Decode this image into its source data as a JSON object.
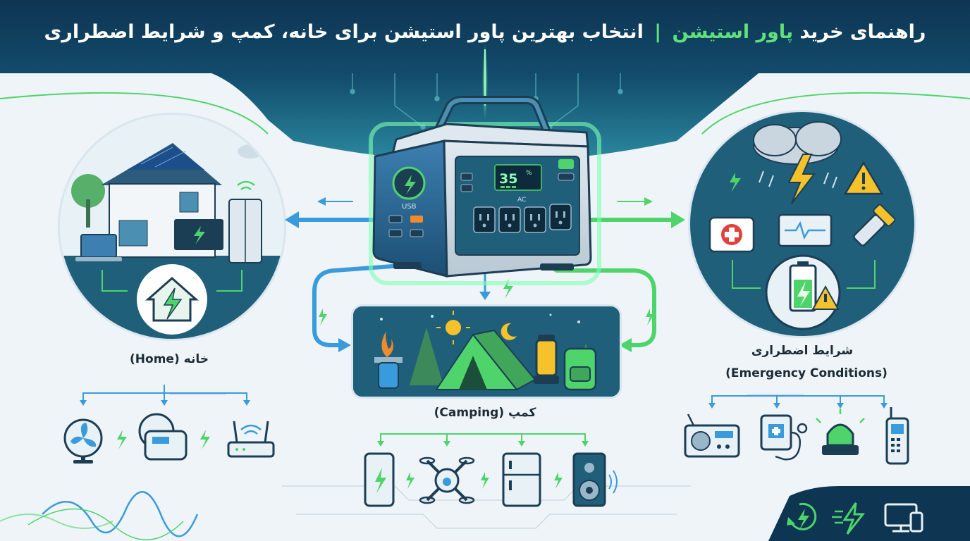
{
  "header": {
    "title_part1": "راهنمای خرید",
    "title_highlight": "پاور استیشن",
    "title_separator": "|",
    "title_part2": "انتخاب بهترین پاور استیشن برای خانه، کمپ و شرایط اضطراری"
  },
  "device": {
    "display_value": "35",
    "display_unit": "%",
    "usb_label": "USB",
    "ac_label": "AC"
  },
  "sections": {
    "home": {
      "label": "(Home) خانه"
    },
    "camping": {
      "label": "(Camping) کمپ"
    },
    "emergency": {
      "label_fa": "شرایط اضطراری",
      "label_en": "(Emergency Conditions)"
    }
  },
  "icons": {
    "home_devices": [
      "fan-icon",
      "cpap-machine-icon",
      "router-icon"
    ],
    "camp_devices": [
      "smartphone-icon",
      "drone-icon",
      "fridge-icon",
      "speaker-icon"
    ],
    "emergency_devices": [
      "radio-icon",
      "medical-monitor-icon",
      "alarm-light-icon",
      "walkie-talkie-icon"
    ],
    "footer": [
      "recharge-icon",
      "fast-charge-icon",
      "devices-icon"
    ]
  },
  "colors": {
    "navy": "#0e3552",
    "teal": "#1f6f86",
    "green": "#4ed46b",
    "blue": "#3a9bdc",
    "accent_yellow": "#f5c22b"
  }
}
